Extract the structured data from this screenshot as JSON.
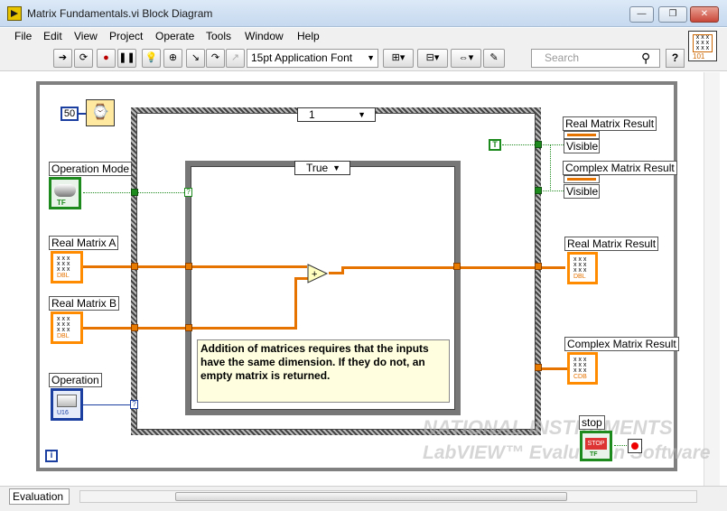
{
  "window": {
    "title": "Matrix Fundamentals.vi Block Diagram",
    "minimize": "—",
    "maximize": "❐",
    "close": "✕"
  },
  "menu": [
    "File",
    "Edit",
    "View",
    "Project",
    "Operate",
    "Tools",
    "Window",
    "Help"
  ],
  "toolbar": {
    "font": "15pt Application Font",
    "search_placeholder": "Search",
    "help": "?",
    "vi_icon_text": "101"
  },
  "diagram": {
    "wait_constant": "50",
    "case_outer_selector": "1",
    "case_inner_selector": "True",
    "operation_mode_label": "Operation Mode",
    "operation_mode_type": "TF",
    "real_a_label": "Real Matrix A",
    "real_b_label": "Real Matrix B",
    "real_a_type": "DBL",
    "real_b_type": "DBL",
    "operation_label": "Operation",
    "operation_type": "U16",
    "true_constant": "T",
    "prop_real_label": "Real Matrix Result",
    "prop_complex_label": "Complex Matrix Result",
    "prop_visible": "Visible",
    "real_result_label": "Real Matrix Result",
    "real_result_type": "DBL",
    "complex_result_label": "Complex Matrix Result",
    "complex_result_type": "CDB",
    "comment": "Addition of matrices requires that the inputs have the same dimension. If they do not, an empty matrix is returned.",
    "stop_label": "stop",
    "stop_button": "STOP",
    "stop_type": "TF",
    "info_icon": "i",
    "add_symbol": "+"
  },
  "watermark": {
    "brand": "NATIONAL INSTRUMENTS",
    "product": "LabVIEW™ Evaluation Software"
  },
  "status": {
    "tab": "Evaluation"
  }
}
